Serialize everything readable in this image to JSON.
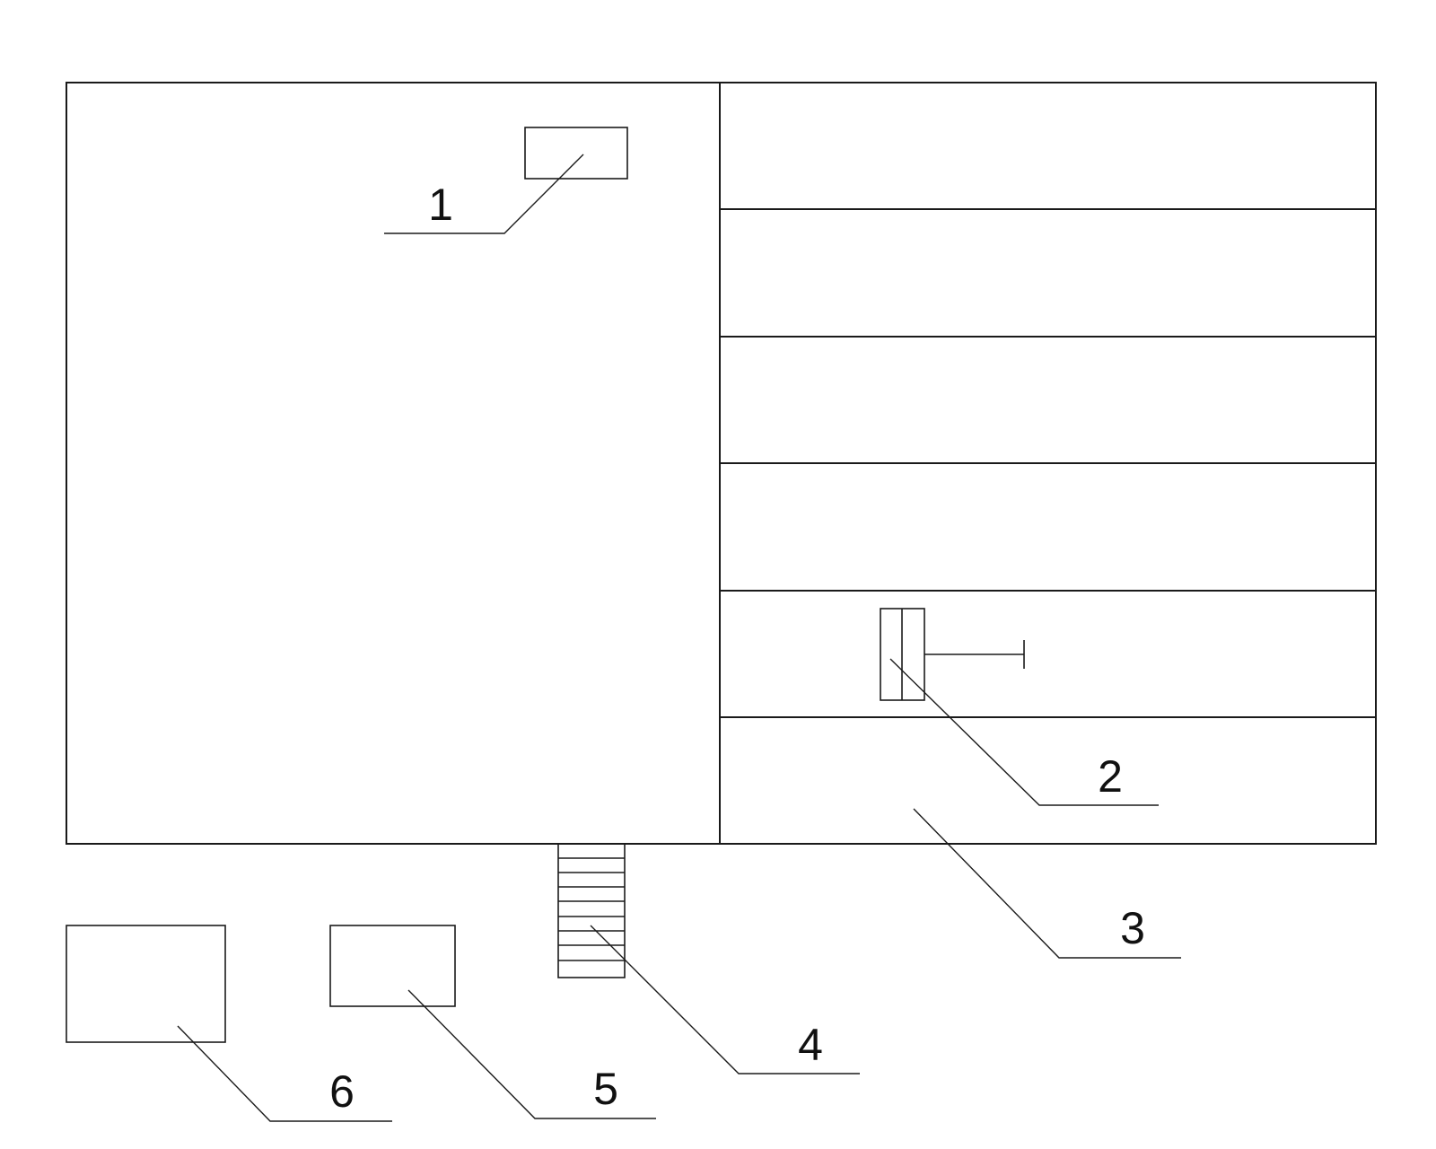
{
  "labels": {
    "item1": "1",
    "item2": "2",
    "item3": "3",
    "item4": "4",
    "item5": "5",
    "item6": "6"
  },
  "colors": {
    "line": "#1a1a1a",
    "background": "#ffffff"
  }
}
